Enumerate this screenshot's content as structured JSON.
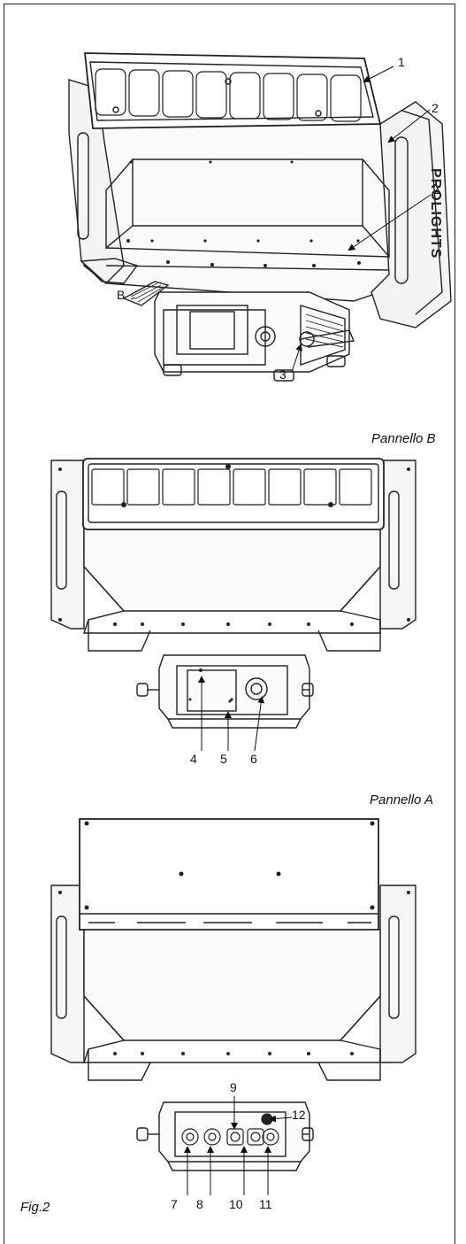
{
  "figure_label": "Fig.2",
  "panel_b_title": "Pannello B",
  "panel_a_title": "Pannello A",
  "brand_text": "PROLIGHTS",
  "callouts_top": [
    "1",
    "2",
    "A",
    "B",
    "3"
  ],
  "callouts_panel_b": [
    "4",
    "5",
    "6"
  ],
  "callouts_panel_a": [
    "7",
    "8",
    "9",
    "10",
    "11",
    "12"
  ]
}
